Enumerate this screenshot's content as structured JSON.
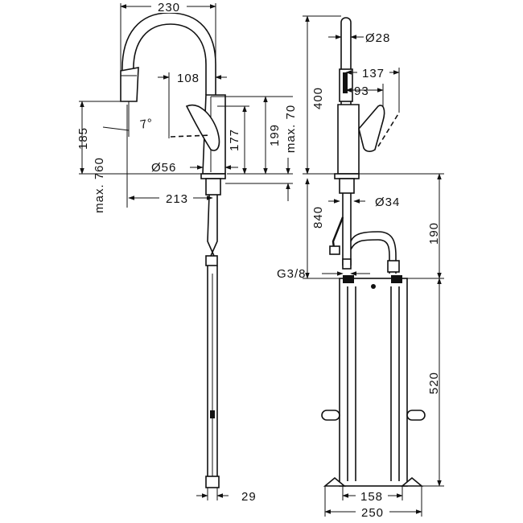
{
  "dimensions": {
    "d230": "230",
    "d108": "108",
    "d185": "185",
    "d7deg": "7°",
    "dmax760": "max. 760",
    "dmax70": "max. 70",
    "d177": "177",
    "d199": "199",
    "d56": "Ø56",
    "d213": "213",
    "d29": "29",
    "d28": "Ø28",
    "d137": "137",
    "d93": "93",
    "d400": "400",
    "d34": "Ø34",
    "d840": "840",
    "d190": "190",
    "dg38": "G3/8",
    "d520": "520",
    "d158": "158",
    "d250": "250"
  }
}
